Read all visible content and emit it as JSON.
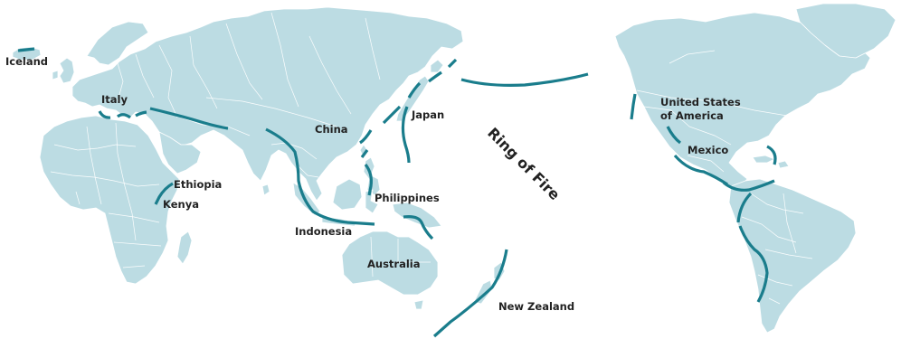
{
  "map": {
    "labels": {
      "iceland": "Iceland",
      "italy": "Italy",
      "ethiopia": "Ethiopia",
      "kenya": "Kenya",
      "china": "China",
      "japan": "Japan",
      "philippines": "Philippines",
      "indonesia": "Indonesia",
      "australia": "Australia",
      "new_zealand": "New Zealand",
      "usa_line1": "United States",
      "usa_line2": "of America",
      "mexico": "Mexico",
      "ring_of_fire": "Ring of Fire"
    },
    "colors": {
      "land": "#bcdce3",
      "fault_line": "#1a7d8c",
      "border": "#ffffff",
      "ocean": "#ffffff",
      "label_text": "#222222"
    }
  }
}
